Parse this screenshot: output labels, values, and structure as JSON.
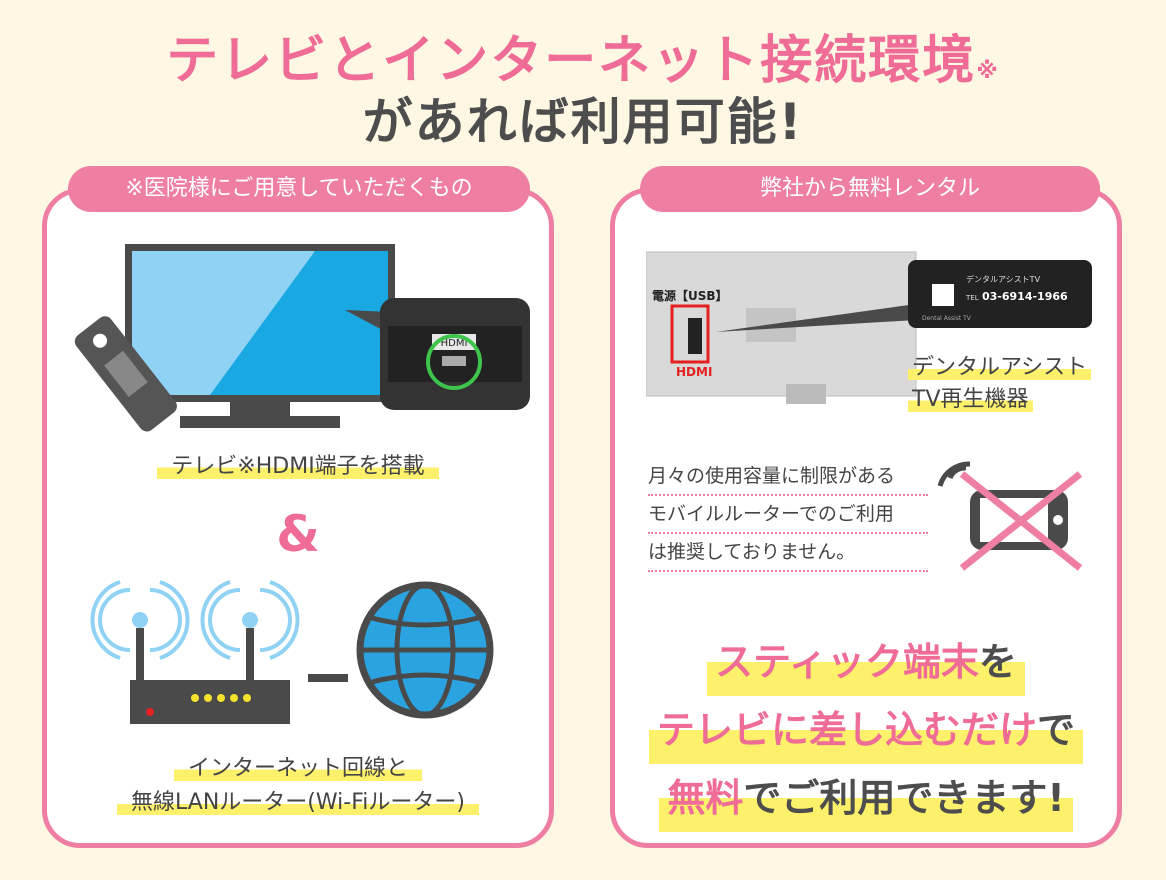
{
  "header": {
    "title_line1": "テレビとインターネット接続環境",
    "title_mark": "※",
    "title_line2": "があれば利用可能!"
  },
  "left_panel": {
    "label": "※医院様にご用意していただくもの",
    "tv_caption": "テレビ※HDMI端子を搭載",
    "hdmi_label": "HDMI",
    "ampersand": "&",
    "net_caption_line1": "インターネット回線と",
    "net_caption_line2": "無線LANルーター(Wi-Fiルーター)"
  },
  "right_panel": {
    "label": "弊社から無料レンタル",
    "power_label": "電源【USB】",
    "hdmi_label": "HDMI",
    "device_caption_line1": "デンタルアシスト",
    "device_caption_line2": "TV再生機器",
    "device_card": {
      "brand": "デンタルアシストTV",
      "tel_prefix": "TEL",
      "tel": "03-6914-1966",
      "logo_text": "Dental Assist TV"
    },
    "note_line1": "月々の使用容量に制限がある",
    "note_line2": "モバイルルーターでのご利用",
    "note_line3": "は推奨しておりません。",
    "cta": {
      "l1_pink": "スティック端末",
      "l1_rest": "を",
      "l2_pink": "テレビに差し込むだけ",
      "l2_rest": "で",
      "l3_pink": "無料",
      "l3_rest": "でご利用できます!"
    }
  }
}
